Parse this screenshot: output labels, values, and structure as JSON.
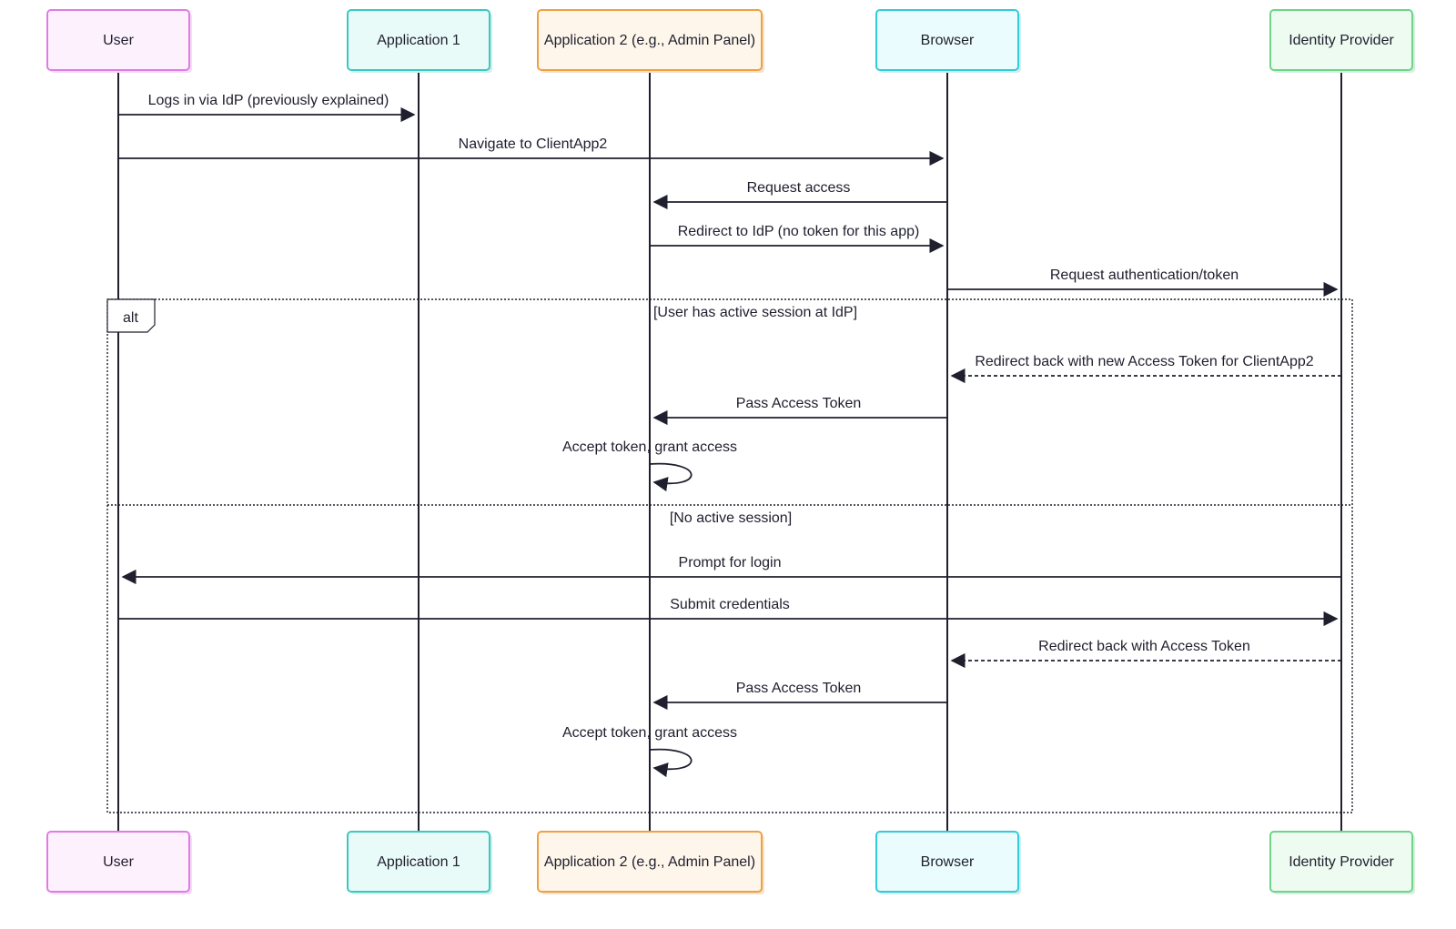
{
  "actors": [
    {
      "id": "user",
      "label": "User",
      "border": "#e07be6",
      "fill": "#fdf1fd",
      "shadow": "#f6dcf7"
    },
    {
      "id": "app1",
      "label": "Application 1",
      "border": "#3ac9c0",
      "fill": "#e9fbf9",
      "shadow": "#d2eeeb"
    },
    {
      "id": "app2",
      "label": "Application 2 (e.g., Admin Panel)",
      "border": "#f0a040",
      "fill": "#fef6ea",
      "shadow": "#f3e2cb"
    },
    {
      "id": "browser",
      "label": "Browser",
      "border": "#30ccd8",
      "fill": "#eafcfd",
      "shadow": "#d0edf0"
    },
    {
      "id": "idp",
      "label": "Identity Provider",
      "border": "#6fd38a",
      "fill": "#eefbf1",
      "shadow": "#d6f0dd"
    }
  ],
  "messages": [
    {
      "from": "user",
      "to": "app1",
      "label": "Logs in via IdP (previously explained)",
      "style": "solid"
    },
    {
      "from": "user",
      "to": "browser",
      "label": "Navigate to ClientApp2",
      "style": "solid"
    },
    {
      "from": "browser",
      "to": "app2",
      "label": "Request access",
      "style": "solid"
    },
    {
      "from": "app2",
      "to": "browser",
      "label": "Redirect to IdP (no token for this app)",
      "style": "solid"
    },
    {
      "from": "browser",
      "to": "idp",
      "label": "Request authentication/token",
      "style": "solid"
    },
    {
      "from": "idp",
      "to": "browser",
      "label": "Redirect back with new Access Token for ClientApp2",
      "style": "dashed"
    },
    {
      "from": "browser",
      "to": "app2",
      "label": "Pass Access Token",
      "style": "solid"
    },
    {
      "from": "app2",
      "to": "app2",
      "label": "Accept token, grant access",
      "style": "self"
    },
    {
      "from": "idp",
      "to": "user",
      "label": "Prompt for login",
      "style": "solid"
    },
    {
      "from": "user",
      "to": "idp",
      "label": "Submit credentials",
      "style": "solid"
    },
    {
      "from": "idp",
      "to": "browser",
      "label": "Redirect back with Access Token",
      "style": "dashed"
    },
    {
      "from": "browser",
      "to": "app2",
      "label": "Pass Access Token",
      "style": "solid"
    },
    {
      "from": "app2",
      "to": "app2",
      "label": "Accept token, grant access",
      "style": "self"
    }
  ],
  "alt_frame": {
    "label": "alt",
    "conditions": [
      "[User has active session at IdP]",
      "[No active session]"
    ]
  },
  "colors": {
    "line": "#1f1f2e",
    "background": "#ffffff"
  }
}
